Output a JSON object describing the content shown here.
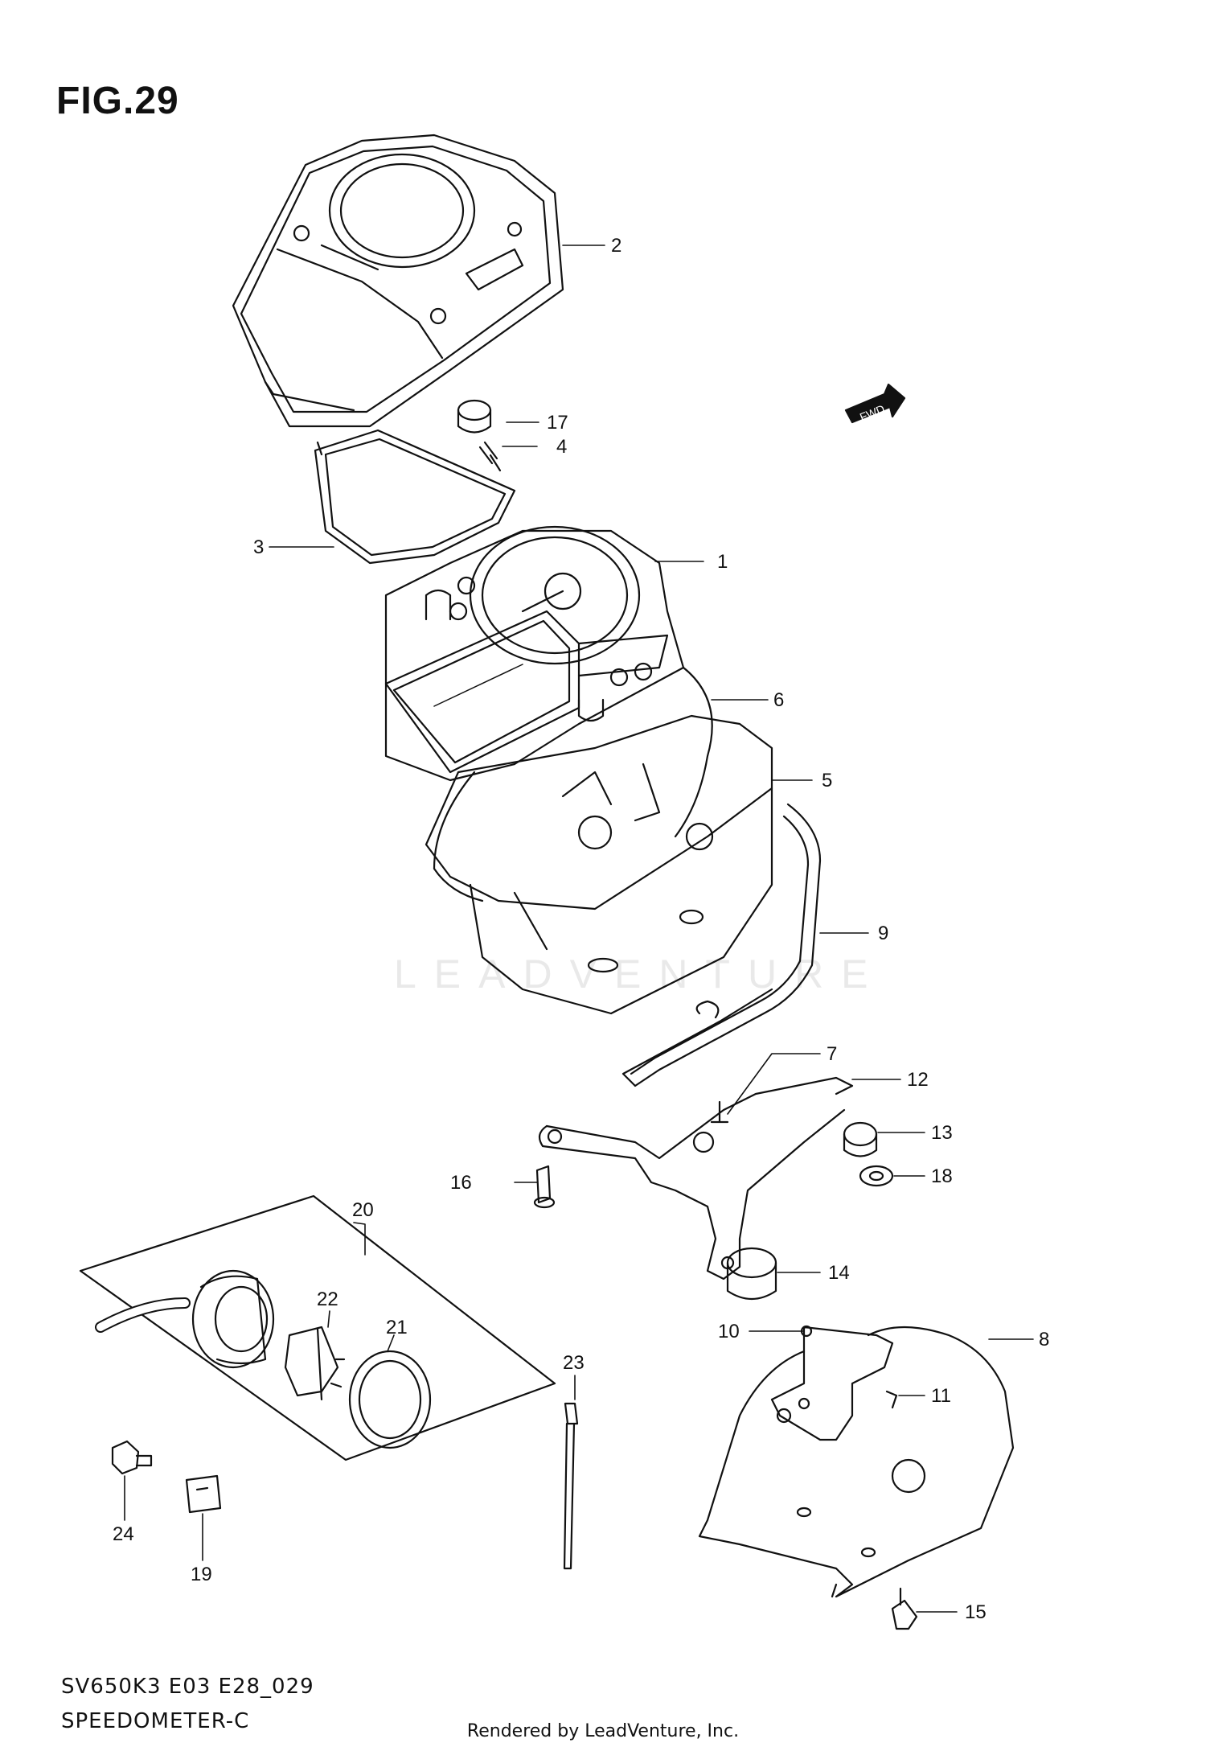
{
  "figure": {
    "title": "FIG.29"
  },
  "fwd_badge": "FWD",
  "watermark": "LEADVENTURE",
  "callouts": [
    "1",
    "2",
    "3",
    "4",
    "5",
    "6",
    "7",
    "8",
    "9",
    "10",
    "11",
    "12",
    "13",
    "14",
    "15",
    "16",
    "17",
    "18",
    "19",
    "20",
    "21",
    "22",
    "23",
    "24"
  ],
  "footer": {
    "model_code": "SV650K3 E03 E28_029",
    "diagram_name": "SPEEDOMETER-C",
    "rendered_by": "Rendered by LeadVenture, Inc."
  }
}
